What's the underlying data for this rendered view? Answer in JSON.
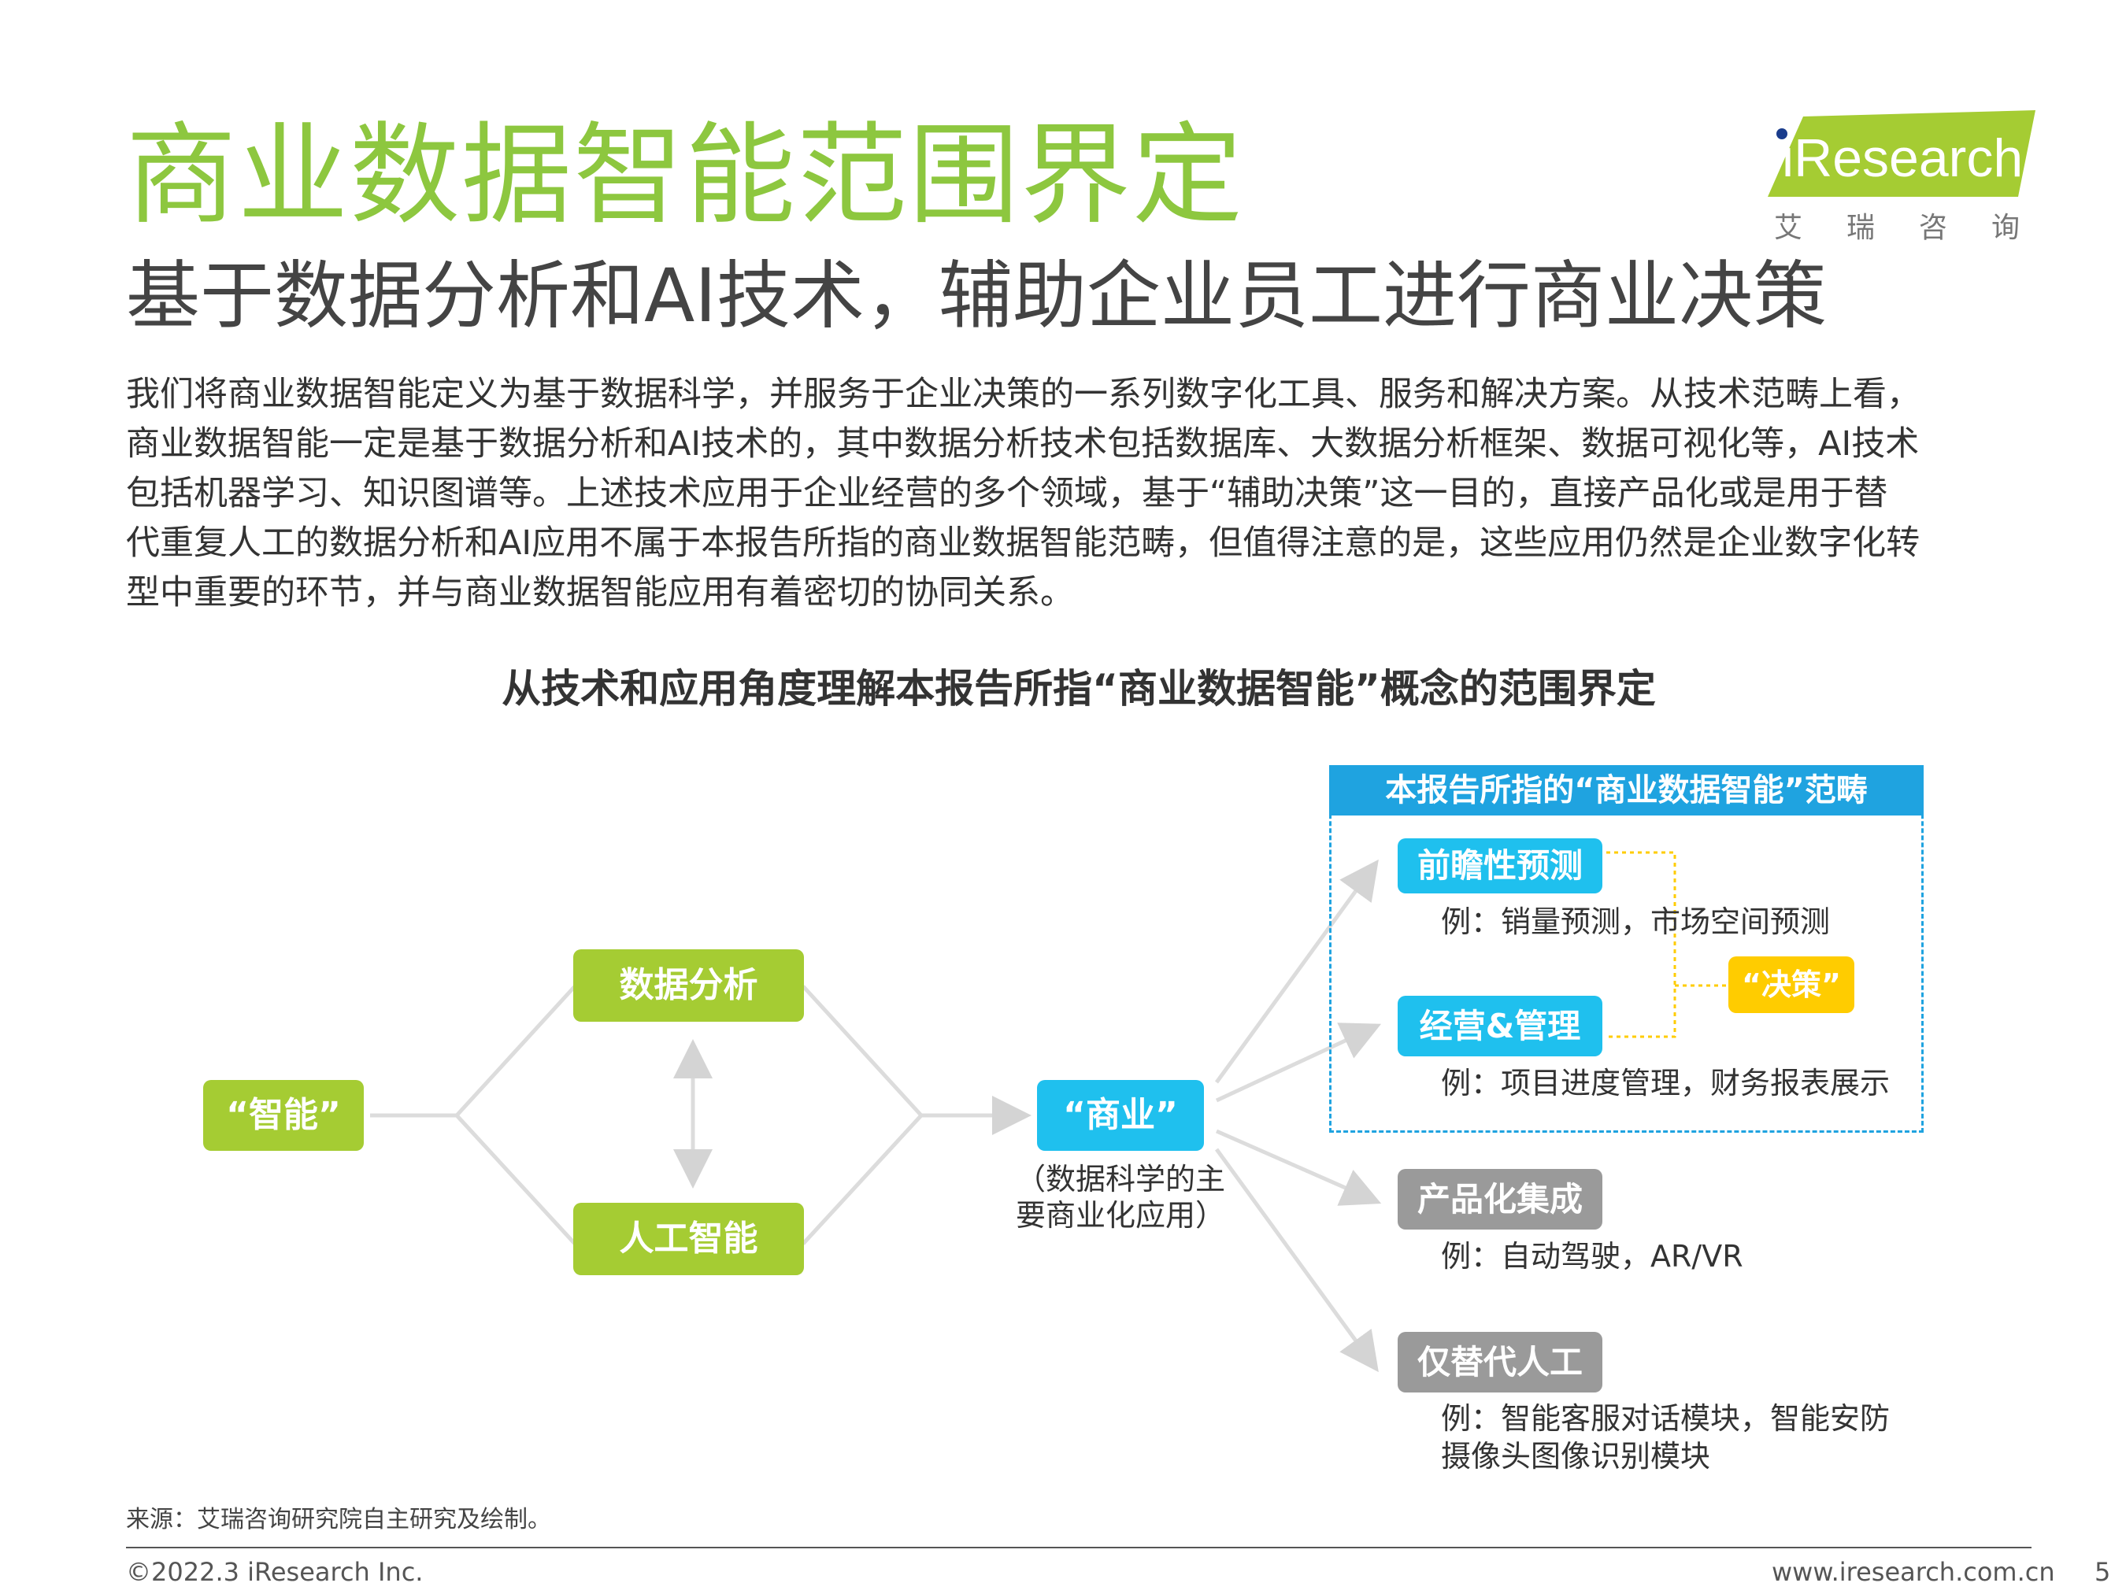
{
  "header": {
    "title": "商业数据智能范围界定",
    "subtitle": "基于数据分析和AI技术，辅助企业员工进行商业决策"
  },
  "logo": {
    "wordmark": "iResearch",
    "cn": "艾瑞咨询",
    "color": "#a5cc33"
  },
  "intro": {
    "lines": [
      "我们将商业数据智能定义为基于数据科学，并服务于企业决策的一系列数字化工具、服务和解决方案。从技术范畴上看，",
      "商业数据智能一定是基于数据分析和AI技术的，其中数据分析技术包括数据库、大数据分析框架、数据可视化等，AI技术",
      "包括机器学习、知识图谱等。上述技术应用于企业经营的多个领域，基于“辅助决策”这一目的，直接产品化或是用于替",
      "代重复人工的数据分析和AI应用不属于本报告所指的商业数据智能范畴，但值得注意的是，这些应用仍然是企业数字化转",
      "型中重要的环节，并与商业数据智能应用有着密切的协同关系。"
    ]
  },
  "figure": {
    "title": "从技术和应用角度理解本报告所指“商业数据智能”概念的范围界定",
    "nodes": {
      "intelligence": "“智能”",
      "data_analysis": "数据分析",
      "ai": "人工智能",
      "business": "“商业”",
      "business_note_lines": [
        "（数据科学的主",
        "要商业化应用）"
      ]
    },
    "scope": {
      "header": "本报告所指的“商业数据智能”范畴",
      "forecast": {
        "label": "前瞻性预测",
        "example": "例：销量预测，市场空间预测"
      },
      "management": {
        "label": "经营&管理",
        "example": "例：项目进度管理，财务报表展示"
      },
      "decision": "“决策”"
    },
    "outside": {
      "productization": {
        "label": "产品化集成",
        "example": "例：自动驾驶，AR/VR"
      },
      "replace_labor": {
        "label": "仅替代人工",
        "example_lines": [
          "例：智能客服对话模块，智能安防",
          "摄像头图像识别模块"
        ]
      }
    },
    "colors": {
      "green": "#a5cc33",
      "blue": "#1fc0ee",
      "scope_blue": "#1fa3e0",
      "yellow": "#ffcc00",
      "gray": "#9a9a9a",
      "connector": "#dcdcdc"
    }
  },
  "footer": {
    "source": "来源：艾瑞咨询研究院自主研究及绘制。",
    "copyright": "©2022.3 iResearch Inc.",
    "website": "www.iresearch.com.cn",
    "page": "5"
  }
}
